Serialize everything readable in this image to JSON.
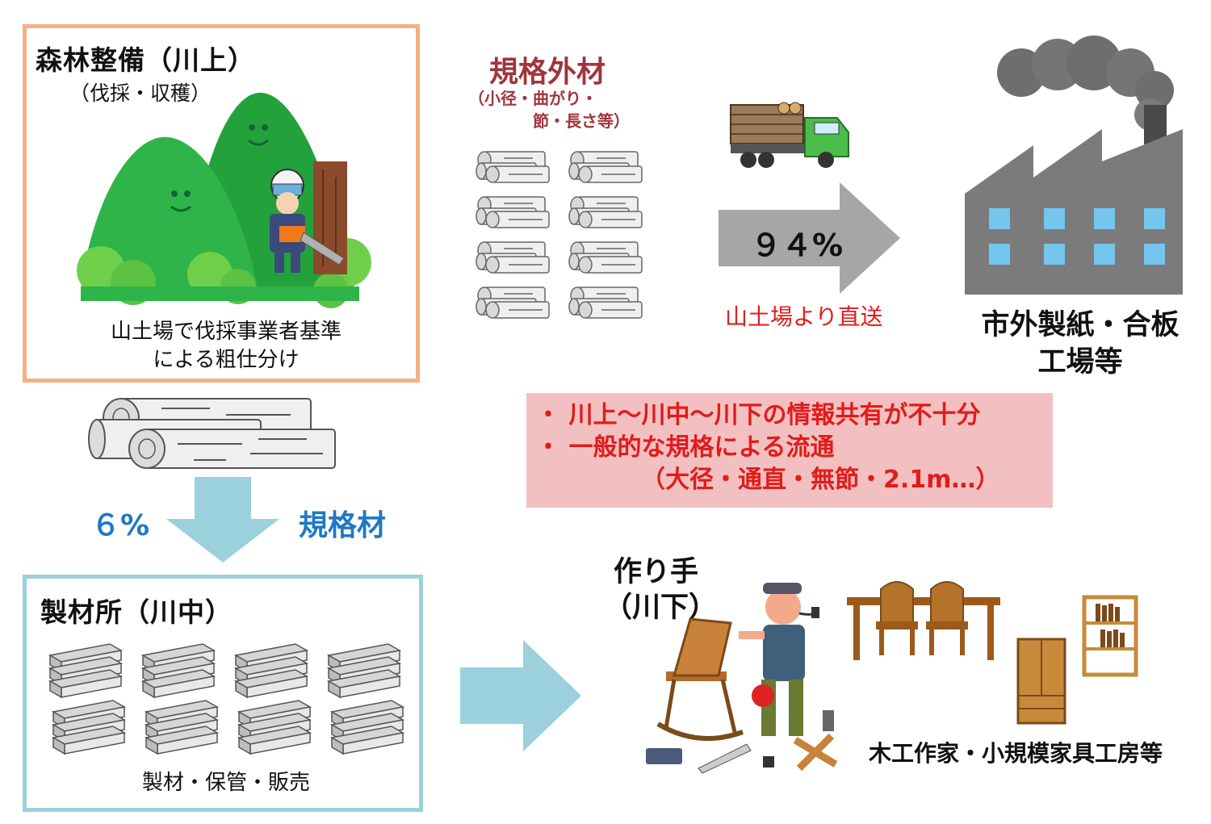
{
  "upstream": {
    "title": "森林整備（川上）",
    "subtitle": "（伐採・収穫）",
    "description_line1": "山土場で伐採事業者基準",
    "description_line2": "による粗仕分け"
  },
  "nonstandard": {
    "title": "規格外材",
    "note_line1": "（小径・曲がり・",
    "note_line2": "節・長さ等）"
  },
  "flow_direct": {
    "percent": "９４%",
    "label": "山土場より直送"
  },
  "factory": {
    "label_line1": "市外製紙・合板",
    "label_line2": "工場等"
  },
  "flow_standard": {
    "percent": "６%",
    "label": "規格材"
  },
  "issues": {
    "line1": "・ 川上～川中～川下の情報共有が不十分",
    "line2": "・ 一般的な規格による流通",
    "line3": "（大径・通直・無節・2.1m…）"
  },
  "sawmill": {
    "title": "製材所（川中）",
    "description": "製材・保管・販売"
  },
  "makers": {
    "label_line1": "作り手",
    "label_line2": "（川下）",
    "description": "木工作家・小規模家具工房等"
  },
  "colors": {
    "upstream_border": "#f4b183",
    "sawmill_border": "#9bd0dd",
    "issue_bg": "#f2c0c0",
    "issue_text": "#e21b1b",
    "percent_blue": "#1f78c4",
    "arrow_gray": "#a6a6a6",
    "arrow_blue": "#9bd0dd",
    "mountain_green": "#2fb44a"
  }
}
